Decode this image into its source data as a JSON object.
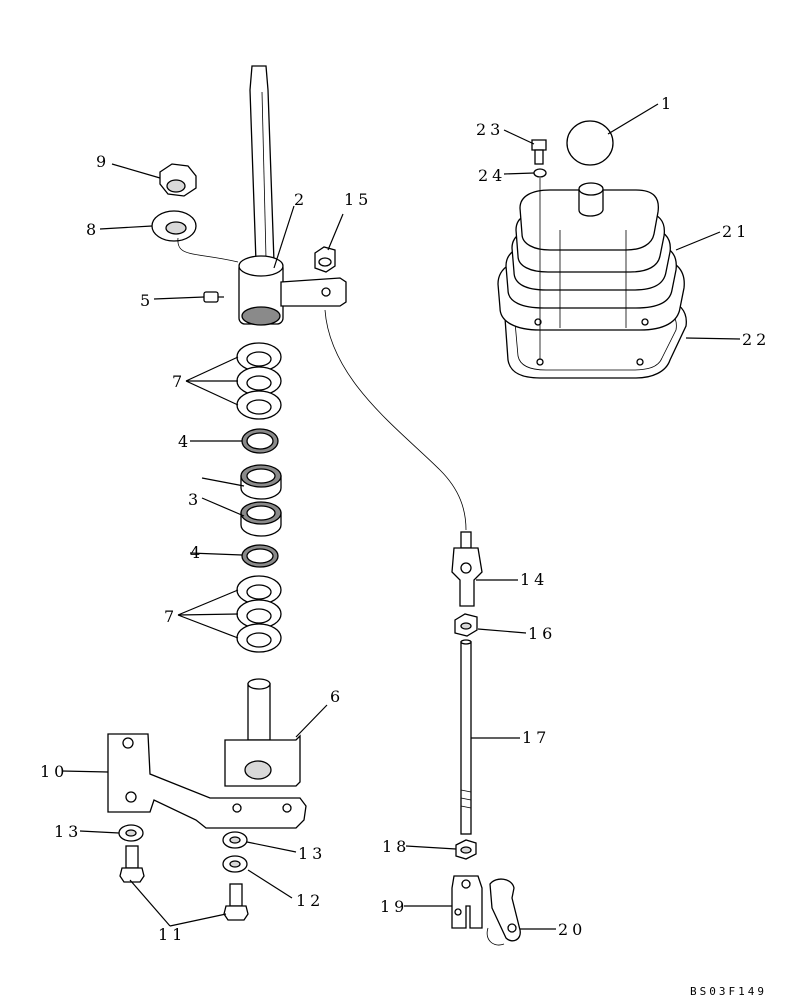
{
  "diagram": {
    "callouts": {
      "c1": "1",
      "c2": "2",
      "c3": "3",
      "c4a": "4",
      "c4b": "4",
      "c5": "5",
      "c6": "6",
      "c7a": "7",
      "c7b": "7",
      "c8": "8",
      "c9": "9",
      "c10": "10",
      "c11": "11",
      "c12": "12",
      "c13a": "13",
      "c13b": "13",
      "c14": "14",
      "c15": "15",
      "c16": "16",
      "c17": "17",
      "c18": "18",
      "c19": "19",
      "c20": "20",
      "c21": "21",
      "c22": "22",
      "c23": "23",
      "c24": "24"
    },
    "figure_code": "BS03F149"
  }
}
